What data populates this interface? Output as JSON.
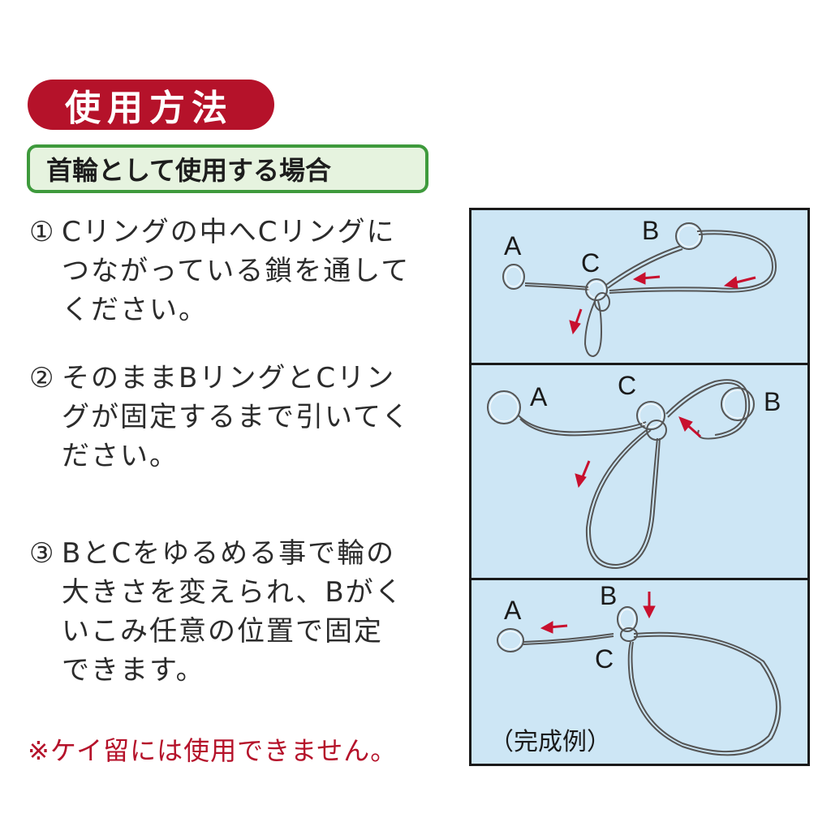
{
  "header": {
    "title": "使用方法",
    "subtitle": "首輪として使用する場合"
  },
  "steps": [
    {
      "number": "①",
      "text": "Cリングの中へCリングにつながっている鎖を通してください。"
    },
    {
      "number": "②",
      "text": "そのままBリングとCリングが固定するまで引いてください。"
    },
    {
      "number": "③",
      "text": "BとCをゆるめる事で輪の大きさを変えられ、Bがくいこみ任意の位置で固定できます。"
    }
  ],
  "note": "※ケイ留には使用できません。",
  "diagram": {
    "panels": [
      {
        "labels": {
          "a": "A",
          "b": "B",
          "c": "C"
        }
      },
      {
        "labels": {
          "a": "A",
          "b": "B",
          "c": "C"
        }
      },
      {
        "labels": {
          "a": "A",
          "b": "B",
          "c": "C"
        },
        "caption": "（完成例）"
      }
    ]
  },
  "colors": {
    "title_bg": "#b5122a",
    "subtitle_bg": "#e6f3df",
    "subtitle_border": "#3e9a3c",
    "note_text": "#b5122a",
    "diagram_bg": "#cde6f5",
    "arrow": "#c8102e"
  }
}
